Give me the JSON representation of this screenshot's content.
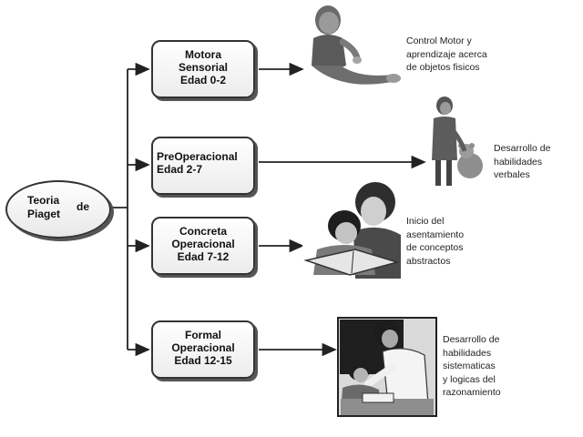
{
  "root": {
    "line1": "Teoria",
    "line2": "Piaget",
    "connector": "de"
  },
  "stages": [
    {
      "id": "motora",
      "lines": [
        "Motora",
        "Sensorial",
        "Edad 0-2"
      ],
      "description": [
        "Control Motor y",
        "aprendizaje acerca",
        "de objetos fisicos"
      ]
    },
    {
      "id": "preoperacional",
      "lines": [
        "PreOperacional",
        "Edad 2-7"
      ],
      "description": [
        "Desarrollo de",
        "habilidades",
        "verbales"
      ]
    },
    {
      "id": "concreta",
      "lines": [
        "Concreta",
        "Operacional",
        "Edad 7-12"
      ],
      "description": [
        "Inicio del",
        "asentamiento",
        "de conceptos",
        "abstractos"
      ]
    },
    {
      "id": "formal",
      "lines": [
        "Formal",
        "Operacional",
        "Edad 12-15"
      ],
      "description": [
        "Desarrollo de",
        "habilidades",
        "sistematicas",
        "y logicas del",
        "razonamiento"
      ]
    }
  ],
  "illustrations": [
    {
      "id": "baby-sitting",
      "icon": "baby-sitting-illustration"
    },
    {
      "id": "child-with-teddy",
      "icon": "child-with-teddy-illustration"
    },
    {
      "id": "mother-reading-with-child",
      "icon": "mother-reading-illustration"
    },
    {
      "id": "teacher-with-student",
      "icon": "teacher-student-illustration"
    }
  ],
  "colors": {
    "stroke": "#333333",
    "box_fill": "#ffffff",
    "shadow": "#555555",
    "text": "#111111"
  }
}
